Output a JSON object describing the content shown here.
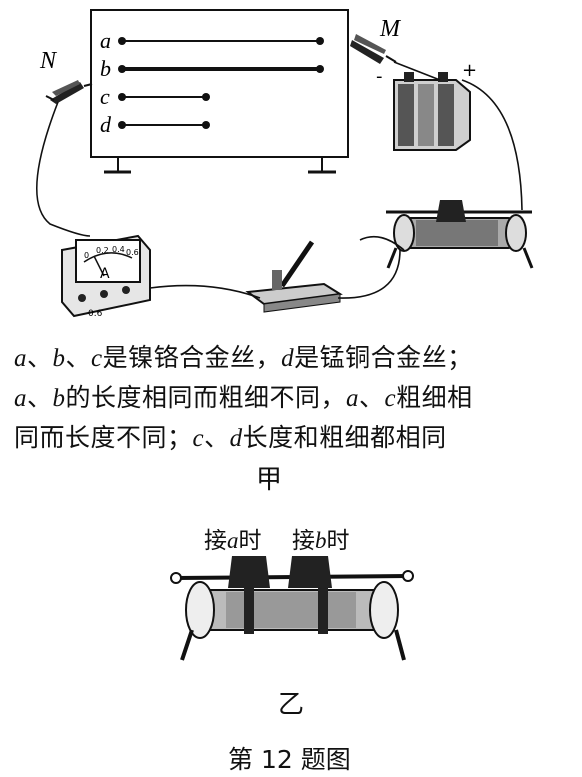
{
  "board": {
    "wires": [
      {
        "label": "a"
      },
      {
        "label": "b"
      },
      {
        "label": "c"
      },
      {
        "label": "d"
      }
    ]
  },
  "clips": {
    "left": "N",
    "right": "M"
  },
  "battery": {
    "neg": "-",
    "pos": "+"
  },
  "ammeter": {
    "symbol": "A",
    "scale": [
      "0",
      "0.2",
      "0.4",
      "0.6"
    ],
    "terminal": "0.6"
  },
  "caption": {
    "lines": [
      [
        {
          "t": "a",
          "i": true
        },
        {
          "t": "、",
          "i": false
        },
        {
          "t": "b",
          "i": true
        },
        {
          "t": "、",
          "i": false
        },
        {
          "t": "c",
          "i": true
        },
        {
          "t": "是镍铬合金丝，",
          "i": false
        },
        {
          "t": "d",
          "i": true
        },
        {
          "t": "是锰铜合金丝；",
          "i": false
        }
      ],
      [
        {
          "t": "a",
          "i": true
        },
        {
          "t": "、",
          "i": false
        },
        {
          "t": "b",
          "i": true
        },
        {
          "t": "的长度相同而粗细不同，",
          "i": false
        },
        {
          "t": "a",
          "i": true
        },
        {
          "t": "、",
          "i": false
        },
        {
          "t": "c",
          "i": true
        },
        {
          "t": "粗细相",
          "i": false
        }
      ],
      [
        {
          "t": "同而长度不同；",
          "i": false
        },
        {
          "t": "c",
          "i": true
        },
        {
          "t": "、",
          "i": false
        },
        {
          "t": "d",
          "i": true
        },
        {
          "t": "长度和粗细都相同",
          "i": false
        }
      ]
    ]
  },
  "label_jia": "甲",
  "rheostat_b": {
    "label_a_pre": "接",
    "label_a_var": "a",
    "label_a_post": "时",
    "label_b_pre": "接",
    "label_b_var": "b",
    "label_b_post": "时"
  },
  "label_yi": "乙",
  "figure_title": "第 12 题图"
}
